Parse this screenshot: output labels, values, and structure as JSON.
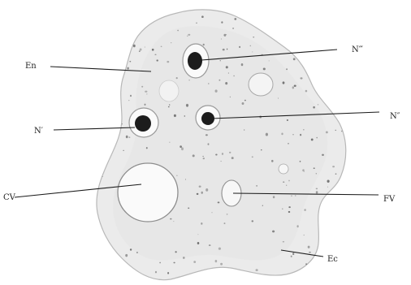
{
  "labels": {
    "en": "En",
    "n1": "N′",
    "n2": "N″",
    "n3": "N‴",
    "cv": "CV",
    "fv": "FV",
    "ec": "Ec"
  },
  "colors": {
    "outline": "#b8b8b8",
    "cytoplasm": "#ebebeb",
    "ink": "#1c1c1c",
    "vacuole_fill": "#fafafa"
  }
}
